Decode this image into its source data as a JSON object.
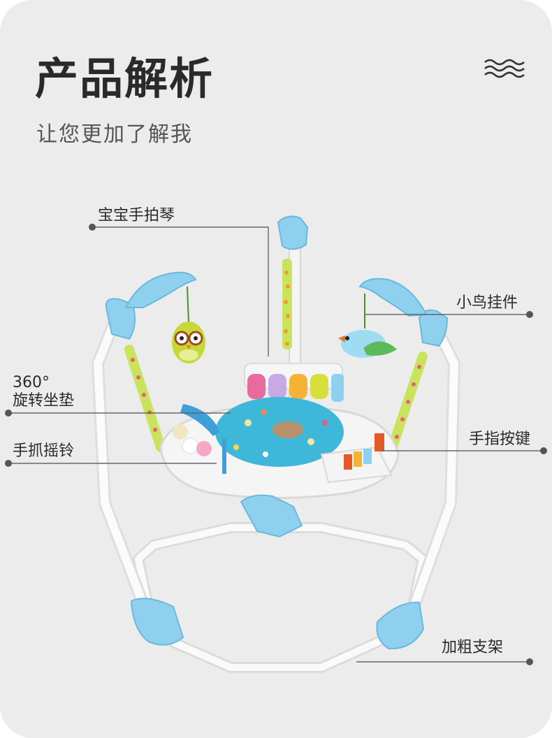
{
  "header": {
    "title": "产品解析",
    "subtitle": "让您更加了解我"
  },
  "icons": {
    "waves": "wave-lines-icon"
  },
  "callouts": {
    "piano": "宝宝手拍琴",
    "bird": "小鸟挂件",
    "seat_line1": "360°",
    "seat_line2": "旋转坐垫",
    "rattle": "手抓摇铃",
    "keys": "手指按键",
    "frame": "加粗支架"
  },
  "colors": {
    "background": "#ececec",
    "accent_blue": "#8fd0ee",
    "frame_white": "#f7f7f7",
    "seat_teal": "#3fb7d8",
    "spring_green": "#c7e35a"
  }
}
